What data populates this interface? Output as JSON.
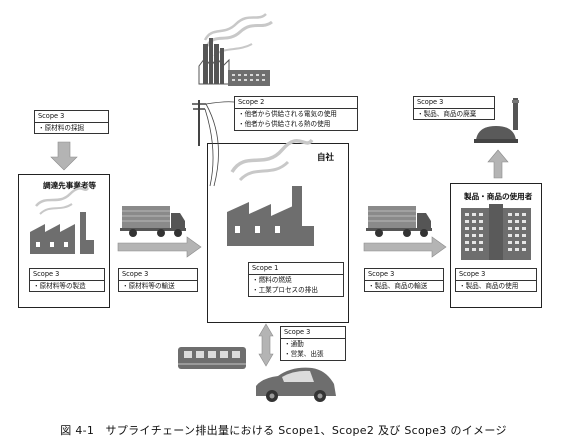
{
  "company": {
    "title": "自社"
  },
  "suppliers": {
    "title": "調達先事業者等"
  },
  "product_users": {
    "title": "製品・商品の使用者"
  },
  "boxes": {
    "raw_material_mining": {
      "scope": "Scope 3",
      "items": [
        "・原材料の採掘"
      ]
    },
    "electricity_heat": {
      "scope": "Scope 2",
      "items": [
        "・他者から供給される電気の使用",
        "・他者から供給される熱の使用"
      ]
    },
    "disposal": {
      "scope": "Scope 3",
      "items": [
        "・製品、商品の廃棄"
      ]
    },
    "raw_material_manufacturing": {
      "scope": "Scope 3",
      "items": [
        "・原材料等の製造"
      ]
    },
    "raw_material_transport": {
      "scope": "Scope 3",
      "items": [
        "・原材料等の輸送"
      ]
    },
    "fuel_process": {
      "scope": "Scope 1",
      "items": [
        "・燃料の燃焼",
        "・工業プロセスの排出"
      ]
    },
    "product_transport": {
      "scope": "Scope 3",
      "items": [
        "・製品、商品の輸送"
      ]
    },
    "product_use": {
      "scope": "Scope 3",
      "items": [
        "・製品、商品の使用"
      ]
    },
    "commuting": {
      "scope": "Scope 3",
      "items": [
        "・通勤",
        "・営業、出張"
      ]
    }
  },
  "caption": "図 4-1　サプライチェーン排出量における Scope1、Scope2 及び Scope3 のイメージ",
  "colors": {
    "arrow": "#b4b4b4",
    "factory": "#6e6e6e",
    "smoke": "#c8c8c8",
    "outline": "#222222"
  }
}
